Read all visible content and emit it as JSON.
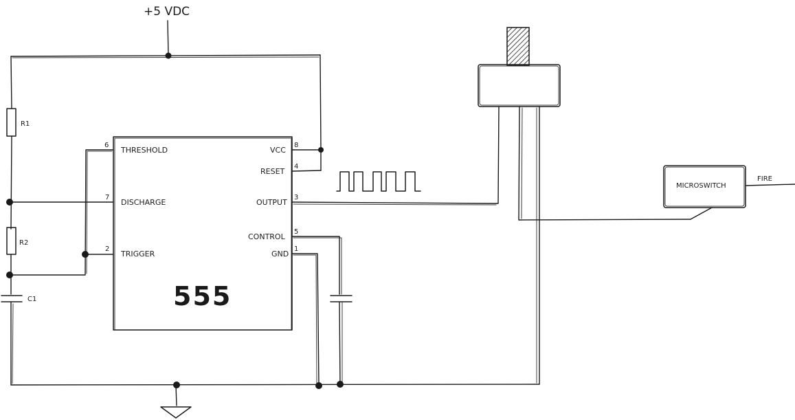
{
  "supply_label": "+5 VDC",
  "chip_label": "555",
  "pins": {
    "threshold": {
      "num": "6",
      "name": "THRESHOLD"
    },
    "discharge": {
      "num": "7",
      "name": "DISCHARGE"
    },
    "trigger": {
      "num": "2",
      "name": "TRIGGER"
    },
    "vcc": {
      "num": "8",
      "name": "VCC"
    },
    "reset": {
      "num": "4",
      "name": "RESET"
    },
    "output": {
      "num": "3",
      "name": "OUTPUT"
    },
    "control": {
      "num": "5",
      "name": "CONTROL"
    },
    "gnd": {
      "num": "1",
      "name": "GND"
    }
  },
  "components": {
    "r1": "R1",
    "r2": "R2",
    "c1": "C1",
    "microswitch": "MICROSWITCH",
    "fire": "FIRE"
  },
  "colors": {
    "ink": "#1a1a1a",
    "background": "#ffffff"
  }
}
